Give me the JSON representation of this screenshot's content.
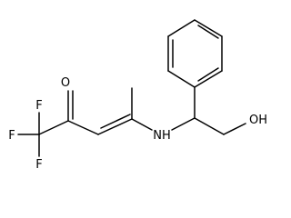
{
  "molecule": {
    "atoms": {
      "oxygen_carbonyl": "O",
      "fluorine_1": "F",
      "fluorine_2": "F",
      "fluorine_3": "F",
      "amine": "NH",
      "hydroxyl": "OH"
    }
  }
}
